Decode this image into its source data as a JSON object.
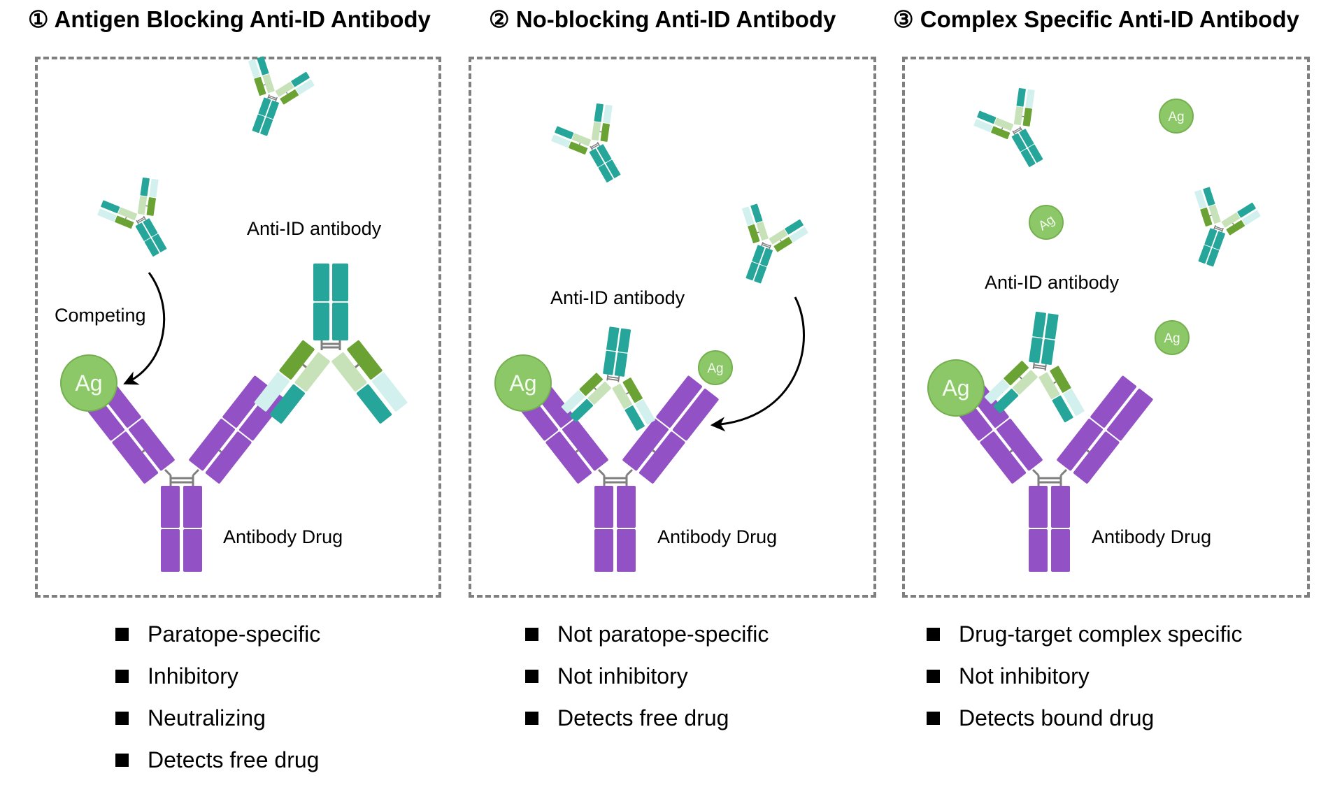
{
  "colors": {
    "drug_purple": "#9251c4",
    "anti_id_teal": "#26a69a",
    "anti_id_light_teal": "#d2f0ee",
    "anti_id_green": "#6aa233",
    "anti_id_pale_green": "#c7e2b8",
    "antigen_green": "#8cc867",
    "border_gray": "#7f7f7f"
  },
  "panels": [
    {
      "title": "① Antigen Blocking Anti-ID Antibody",
      "anti_id_label": "Anti-ID antibody",
      "drug_label": "Antibody Drug",
      "arrow_label": "Competing",
      "antigen_labels": [
        "Ag"
      ],
      "bullets": [
        "Paratope-specific",
        "Inhibitory",
        "Neutralizing",
        "Detects free drug"
      ]
    },
    {
      "title": "② No-blocking Anti-ID Antibody",
      "anti_id_label": "Anti-ID antibody",
      "drug_label": "Antibody Drug",
      "antigen_labels": [
        "Ag",
        "Ag"
      ],
      "bullets": [
        "Not paratope-specific",
        "Not inhibitory",
        "Detects free drug"
      ]
    },
    {
      "title": "③ Complex Specific Anti-ID Antibody",
      "anti_id_label": "Anti-ID antibody",
      "drug_label": "Antibody Drug",
      "antigen_labels": [
        "Ag",
        "Ag",
        "Ag",
        "Ag"
      ],
      "bullets": [
        "Drug-target complex specific",
        "Not inhibitory",
        "Detects bound drug"
      ]
    }
  ]
}
